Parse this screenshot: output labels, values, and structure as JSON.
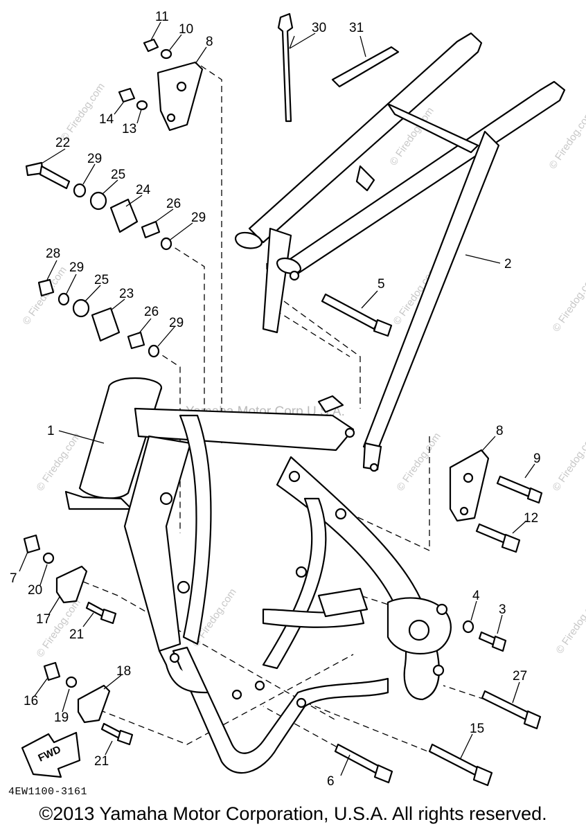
{
  "diagram": {
    "drawing_code": "4EW1100-3161",
    "copyright": "©2013 Yamaha Motor Corporation, U.S.A. All rights reserved.",
    "watermark": "© Firedog.com",
    "frame_stamp": "Yamaha Motor Corp U.S.A.",
    "fwd_label": "FWD",
    "callouts": [
      "1",
      "2",
      "3",
      "4",
      "5",
      "6",
      "7",
      "8",
      "8",
      "9",
      "10",
      "11",
      "12",
      "13",
      "14",
      "15",
      "16",
      "17",
      "18",
      "19",
      "20",
      "21",
      "21",
      "22",
      "23",
      "24",
      "25",
      "25",
      "26",
      "26",
      "27",
      "28",
      "29",
      "29",
      "29",
      "29",
      "30",
      "31"
    ]
  }
}
